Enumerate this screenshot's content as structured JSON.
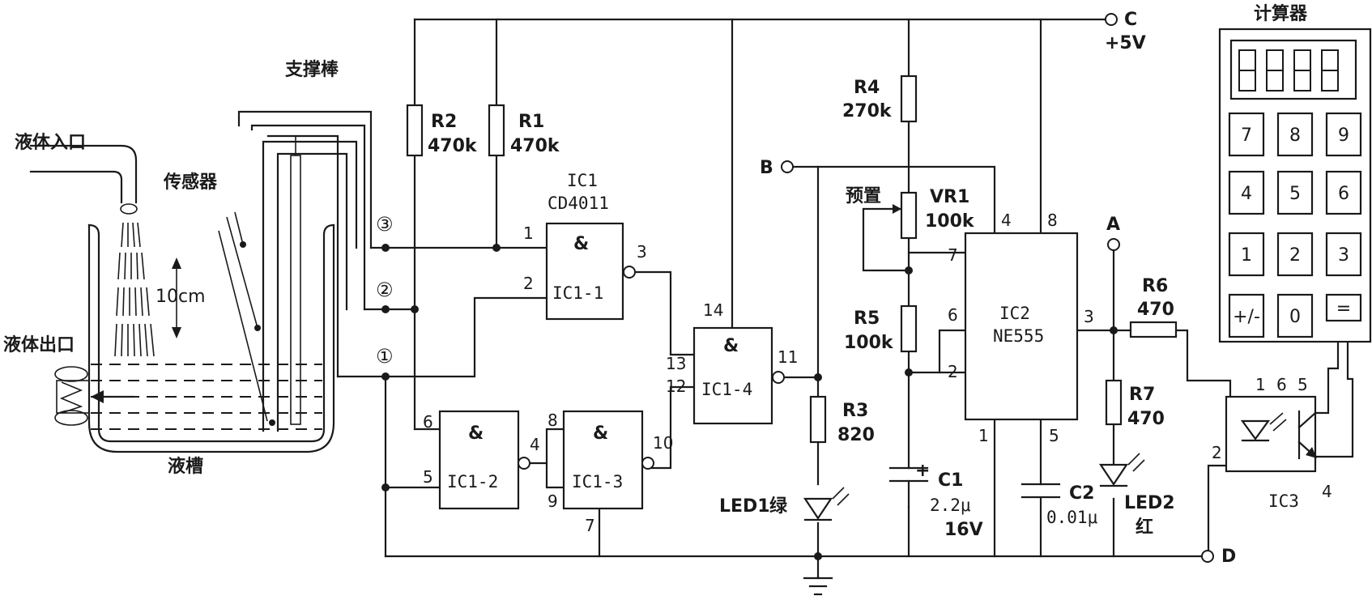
{
  "diagram": {
    "tank": {
      "inlet_label": "液体入口",
      "outlet_label": "液体出口",
      "support_rod_label": "支撑棒",
      "sensor_label": "传感器",
      "tank_label": "液槽",
      "height_label": "10cm"
    },
    "nodes": {
      "n1": "①",
      "n2": "②",
      "n3": "③"
    },
    "terminals": {
      "A": "A",
      "B": "B",
      "C": "C",
      "C_voltage": "+5V",
      "D": "D"
    },
    "resistors": {
      "R1": {
        "name": "R1",
        "value": "470k"
      },
      "R2": {
        "name": "R2",
        "value": "470k"
      },
      "R3": {
        "name": "R3",
        "value": "820"
      },
      "R4": {
        "name": "R4",
        "value": "270k"
      },
      "R5": {
        "name": "R5",
        "value": "100k"
      },
      "R6": {
        "name": "R6",
        "value": "470"
      },
      "R7": {
        "name": "R7",
        "value": "470"
      },
      "VR1": {
        "name": "VR1",
        "value": "100k",
        "preset_label": "预置"
      }
    },
    "capacitors": {
      "C1": {
        "name": "C1",
        "value": "2.2μ",
        "voltage": "16V",
        "polarity": "+"
      },
      "C2": {
        "name": "C2",
        "value": "0.01μ"
      }
    },
    "ic1": {
      "name": "IC1",
      "part": "CD4011",
      "gates": [
        {
          "label": "IC1-1",
          "symbol": "&",
          "pins": [
            "1",
            "2",
            "3"
          ]
        },
        {
          "label": "IC1-2",
          "symbol": "&",
          "pins": [
            "6",
            "5",
            "4"
          ]
        },
        {
          "label": "IC1-3",
          "symbol": "&",
          "pins": [
            "8",
            "9",
            "10",
            "7"
          ]
        },
        {
          "label": "IC1-4",
          "symbol": "&",
          "pins": [
            "14",
            "13",
            "12",
            "11"
          ]
        }
      ]
    },
    "ic2": {
      "name": "IC2",
      "part": "NE555",
      "pins": [
        "4",
        "8",
        "7",
        "6",
        "2",
        "3",
        "1",
        "5"
      ]
    },
    "ic3": {
      "name": "IC3",
      "pins": [
        "1",
        "2",
        "6",
        "5",
        "4"
      ]
    },
    "leds": {
      "LED1": {
        "name": "LED1",
        "color": "绿"
      },
      "LED2": {
        "name": "LED2",
        "color": "红"
      }
    },
    "calculator": {
      "title": "计算器",
      "keys": [
        "7",
        "8",
        "9",
        "4",
        "5",
        "6",
        "1",
        "2",
        "3",
        "+/-",
        "0",
        "="
      ]
    }
  }
}
